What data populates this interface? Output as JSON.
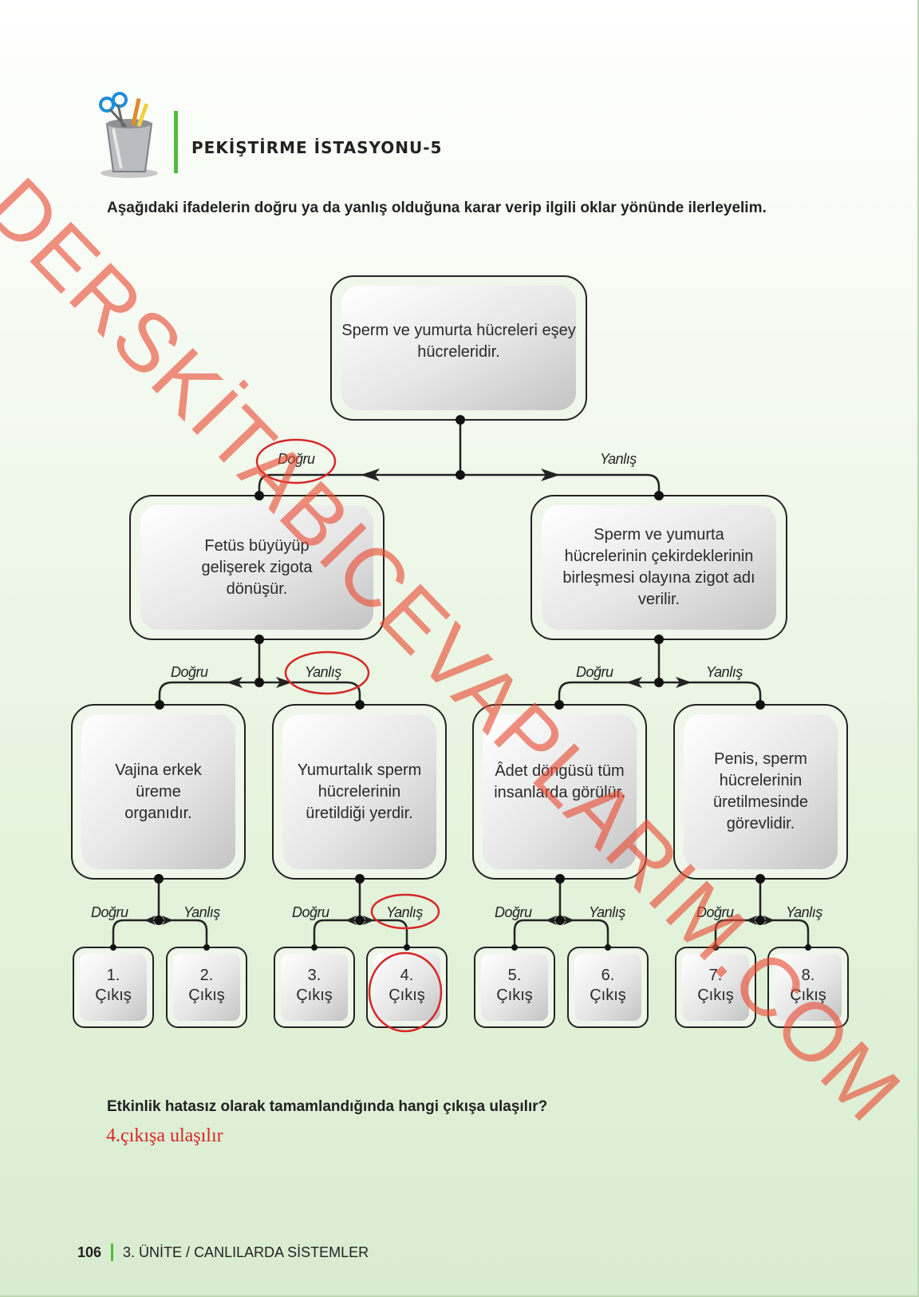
{
  "header": {
    "title": "PEKİŞTİRME İSTASYONU-5"
  },
  "instruction": "Aşağıdaki ifadelerin doğru ya da yanlış olduğuna karar verip ilgili oklar yönünde ilerleyelim.",
  "labels": {
    "true": "Doğru",
    "false": "Yanlış"
  },
  "statements": {
    "root": "Sperm ve yumurta hücreleri eşey hücreleridir.",
    "l1_left": "Fetüs büyüyüp gelişerek zigota dönüşür.",
    "l1_right": "Sperm ve yumurta hücrelerinin çekirdeklerinin birleşmesi olayına zigot adı verilir.",
    "l2_1": "Vajina erkek üreme organıdır.",
    "l2_2": "Yumurtalık sperm hücrelerinin üretildiği yerdir.",
    "l2_3": "Âdet döngüsü tüm insanlarda görülür.",
    "l2_4": "Penis, sperm hücrelerinin üretilmesinde görevlidir."
  },
  "exits": [
    {
      "num": "1.",
      "word": "Çıkış"
    },
    {
      "num": "2.",
      "word": "Çıkış"
    },
    {
      "num": "3.",
      "word": "Çıkış"
    },
    {
      "num": "4.",
      "word": "Çıkış"
    },
    {
      "num": "5.",
      "word": "Çıkış"
    },
    {
      "num": "6.",
      "word": "Çıkış"
    },
    {
      "num": "7.",
      "word": "Çıkış"
    },
    {
      "num": "8.",
      "word": "Çıkış"
    }
  ],
  "question": "Etkinlik hatasız olarak tamamlandığında hangi çıkışa ulaşılır?",
  "answer": "4.çıkışa ulaşılır",
  "footer": {
    "page_number": "106",
    "unit": "3. ÜNİTE / CANLILARDA SİSTEMLER"
  },
  "watermark": "DERSKİTABICEVAPLARIM.COM",
  "colors": {
    "accent_green": "#4fbf3a",
    "mark_red": "#d62828"
  }
}
